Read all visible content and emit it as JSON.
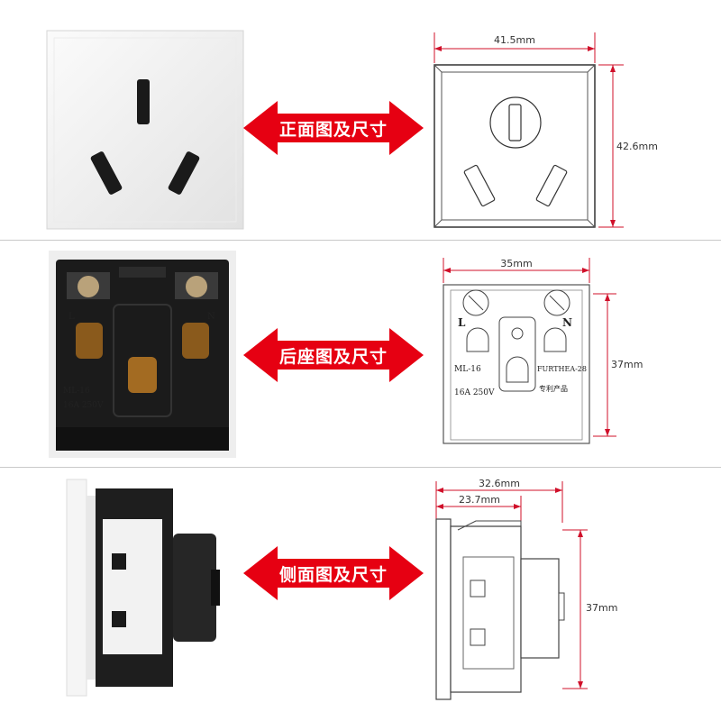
{
  "rows": [
    {
      "arrow_label": "正面图及尺寸",
      "dims": {
        "width": "41.5mm",
        "height": "42.6mm"
      }
    },
    {
      "arrow_label": "后座图及尺寸",
      "dims": {
        "width": "35mm",
        "height": "37mm"
      },
      "drawing_text": {
        "live": "L",
        "neutral": "N",
        "model": "ML-16",
        "rating": "16A 250V",
        "brand": "FURTHEA-28",
        "patent": "专利产品"
      },
      "photo_text": {
        "live": "L",
        "neutral": "N",
        "model": "ML-16",
        "rating": "16A 250V"
      }
    },
    {
      "arrow_label": "侧面图及尺寸",
      "dims": {
        "outer_width": "32.6mm",
        "inner_width": "23.7mm",
        "height": "37mm"
      }
    }
  ],
  "colors": {
    "arrow_red": "#e60012",
    "housing_black": "#1b1b1b",
    "panel_white": "#f4f4f4",
    "line_red": "#d0102a"
  }
}
